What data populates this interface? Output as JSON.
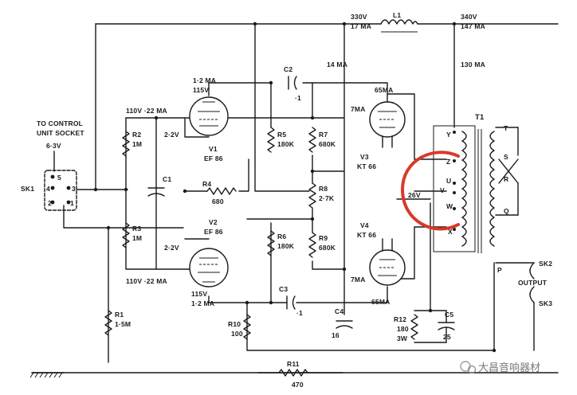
{
  "diagram": {
    "supply": {
      "v_left": "330V",
      "ma_left": "17 MA",
      "choke": "L1",
      "v_right": "340V",
      "ma_right": "147 MA",
      "ma_130": "130 MA",
      "ma_14": "14 MA"
    },
    "control_socket": {
      "line1": "TO CONTROL",
      "line2": "UNIT SOCKET",
      "heater": "6·3V",
      "id": "SK1",
      "pins": [
        "5",
        "4",
        "3",
        "2",
        "1"
      ]
    },
    "v1": {
      "ma": "1·2 MA",
      "v_plate": "115V",
      "v_cathode": "2·2V",
      "ref": "V1",
      "type": "EF 86"
    },
    "v2": {
      "ma": "1·2 MA",
      "v_plate": "115V",
      "v_cathode": "2·2V",
      "ref": "V2",
      "type": "EF 86"
    },
    "v3": {
      "ma": "65MA",
      "ma_screen": "7MA",
      "ref": "V3",
      "type": "KT 66"
    },
    "v4": {
      "ma": "65MA",
      "ma_screen": "7MA",
      "ref": "V4",
      "type": "KT 66"
    },
    "rail_top": "110V ·22 MA",
    "rail_bottom": "110V ·22 MA",
    "bias": "26V",
    "resistors": {
      "r1": {
        "ref": "R1",
        "value": "1·5M"
      },
      "r2": {
        "ref": "R2",
        "value": "1M"
      },
      "r3": {
        "ref": "R3",
        "value": "1M"
      },
      "r4": {
        "ref": "R4",
        "value": "680"
      },
      "r5": {
        "ref": "R5",
        "value": "180K"
      },
      "r6": {
        "ref": "R6",
        "value": "180K"
      },
      "r7": {
        "ref": "R7",
        "value": "680K"
      },
      "r8": {
        "ref": "R8",
        "value": "2·7K"
      },
      "r9": {
        "ref": "R9",
        "value": "680K"
      },
      "r10": {
        "ref": "R10",
        "value": "100"
      },
      "r11": {
        "ref": "R11",
        "value": "470"
      },
      "r12": {
        "ref": "R12",
        "value": "180",
        "rating": "3W"
      }
    },
    "capacitors": {
      "c1": {
        "ref": "C1"
      },
      "c2": {
        "ref": "C2",
        "value": "·1"
      },
      "c3": {
        "ref": "C3",
        "value": "·1"
      },
      "c4": {
        "ref": "C4",
        "value": "16"
      },
      "c5": {
        "ref": "C5",
        "value": "25"
      }
    },
    "transformer": {
      "ref": "T1",
      "taps": [
        "Y",
        "Z",
        "U",
        "V",
        "W",
        "X"
      ],
      "secondary": [
        "T",
        "S",
        "R",
        "Q",
        "P"
      ]
    },
    "output": {
      "sk2": "SK2",
      "label": "OUTPUT",
      "sk3": "SK3"
    },
    "highlight_color": "#d8392b",
    "watermark": "大昌音响器材"
  }
}
